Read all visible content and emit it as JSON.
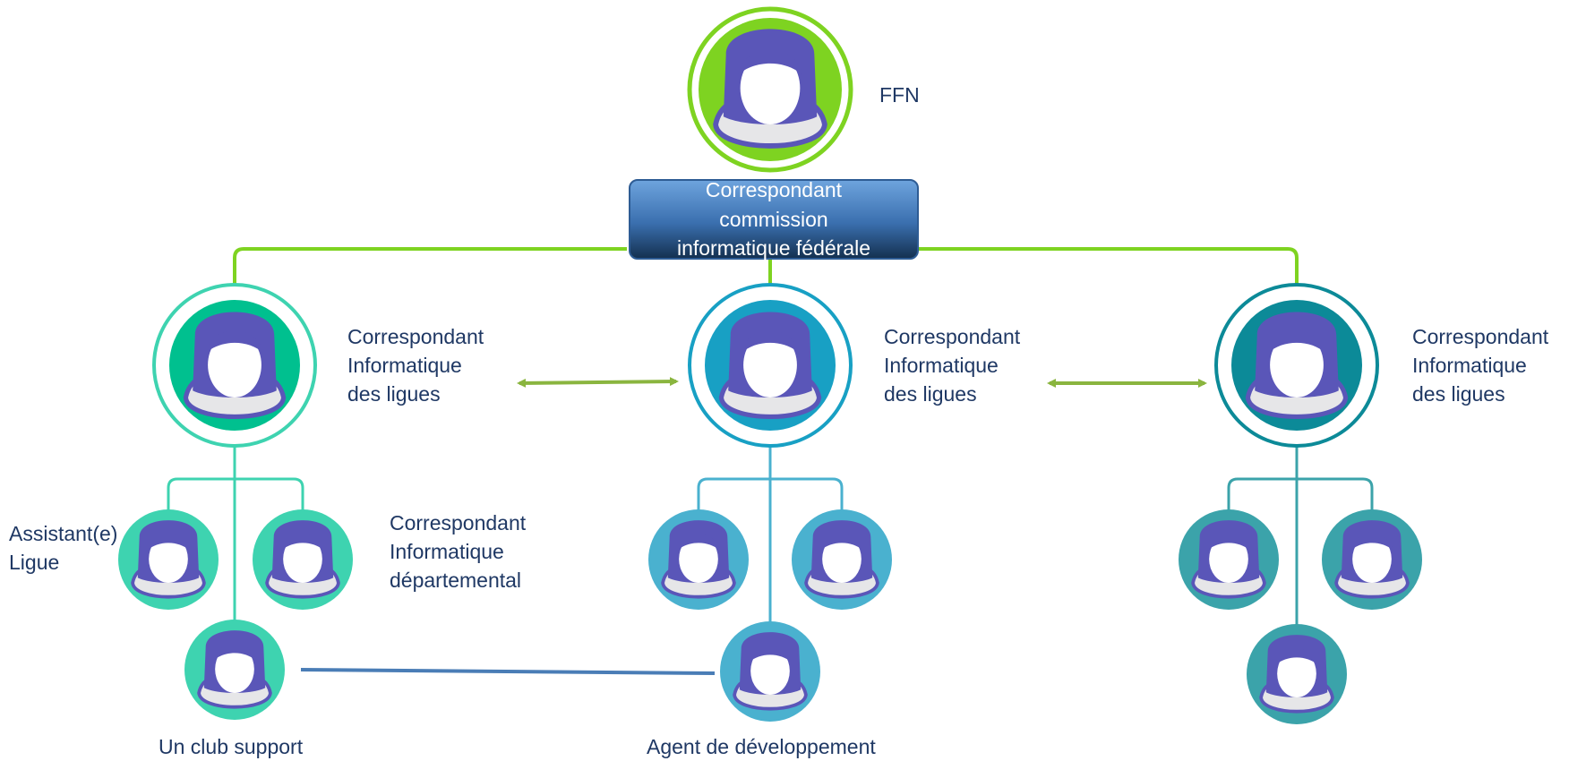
{
  "top": {
    "label": "FFN",
    "box_lines": [
      "Correspondant",
      "commission",
      "informatique fédérale"
    ]
  },
  "ligues": [
    {
      "label_lines": [
        "Correspondant",
        "Informatique",
        "des ligues"
      ]
    },
    {
      "label_lines": [
        "Correspondant",
        "Informatique",
        "des ligues"
      ]
    },
    {
      "label_lines": [
        "Correspondant",
        "Informatique",
        "des ligues"
      ]
    }
  ],
  "sub_labels": {
    "assistant_lines": [
      "Assistant(e)",
      "Ligue"
    ],
    "departemental_lines": [
      "Correspondant",
      "Informatique",
      "départemental"
    ],
    "club": "Un club support",
    "agent": "Agent de développement"
  },
  "colors": {
    "green_connector": "#7ed321",
    "arrow": "#8ab53f",
    "ffn_fill": "#7ed321",
    "ligue1_fill": "#00c08f",
    "ligue2_fill": "#18a0c4",
    "ligue3_fill": "#0c8a98",
    "group1_fill": "#3ed3b0",
    "group2_fill": "#4ab1cf",
    "group3_fill": "#3ba3aa",
    "person_head": "#5a56b8",
    "person_body": "#e6e6e8",
    "box_top": "#6ea4de",
    "box_bottom": "#1b3a66",
    "club_link": "#4a7db6"
  }
}
